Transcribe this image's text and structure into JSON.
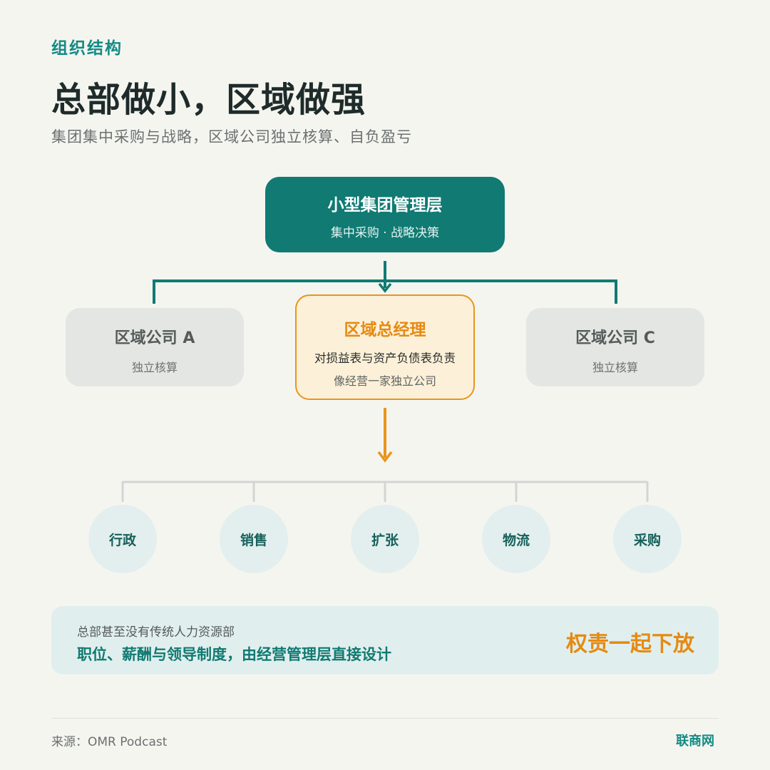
{
  "header": {
    "tag": "组织结构",
    "title": "总部做小，区域做强",
    "subtitle": "集团集中采购与战略，区域公司独立核算、自负盈亏"
  },
  "diagram": {
    "top": {
      "title": "小型集团管理层",
      "subtitle": "集中采购 · 战略决策"
    },
    "left": {
      "title": "区域公司 A",
      "subtitle": "独立核算"
    },
    "center": {
      "title": "区域总经理",
      "line1": "对损益表与资产负债表负责",
      "line2": "像经营一家独立公司"
    },
    "right": {
      "title": "区域公司 C",
      "subtitle": "独立核算"
    },
    "functions": [
      "行政",
      "销售",
      "扩张",
      "物流",
      "采购"
    ]
  },
  "banner": {
    "line1": "总部甚至没有传统人力资源部",
    "line2": "职位、薪酬与领导制度，由经营管理层直接设计",
    "highlight": "权责一起下放"
  },
  "footer": {
    "source": "来源：OMR Podcast",
    "brand": "联商网"
  },
  "colors": {
    "teal": "#107a73",
    "orange": "#e58a12",
    "gray_box": "#e3e6e3",
    "circle": "#e2efee"
  }
}
